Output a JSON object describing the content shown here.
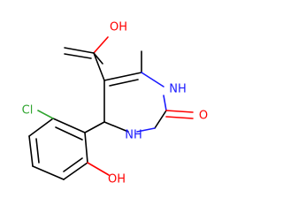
{
  "molecule": {
    "atoms": {
      "hydroxyl_top": {
        "text": "OH",
        "element": "O"
      },
      "nh_right": {
        "text": "NH",
        "element": "N"
      },
      "nh_bottom": {
        "text": "NH",
        "element": "N"
      },
      "carbonyl_o": {
        "text": "O",
        "element": "O"
      },
      "chloro": {
        "text": "Cl",
        "element": "Cl"
      },
      "phenol_oh": {
        "text": "OH",
        "element": "O"
      }
    },
    "colors": {
      "carbon": "#000000",
      "oxygen": "#ff0000",
      "nitrogen": "#1a1aff",
      "chlorine": "#2fa52f"
    }
  }
}
